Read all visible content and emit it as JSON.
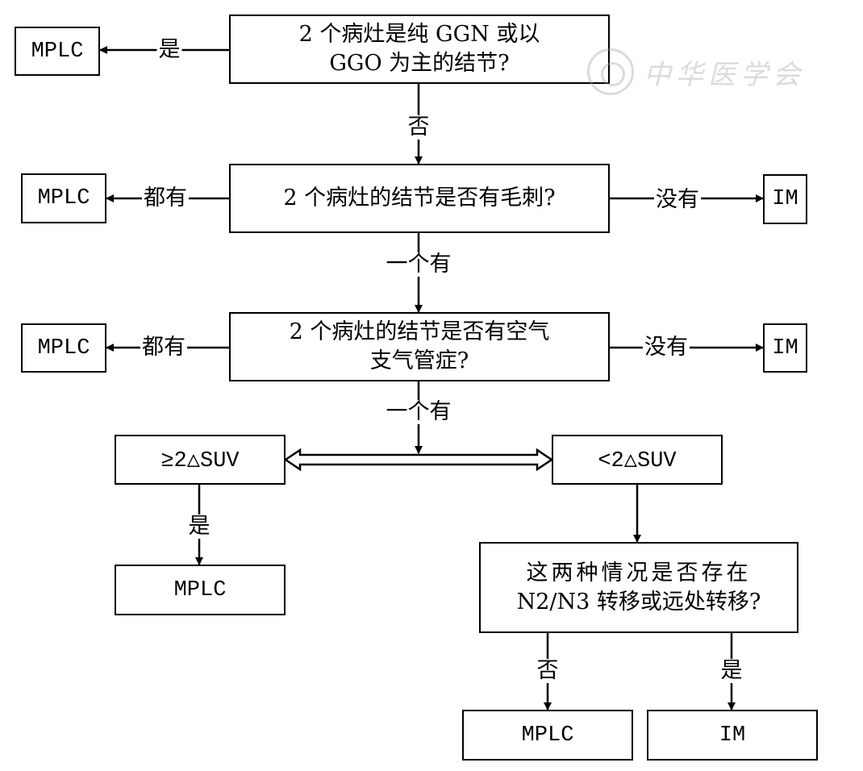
{
  "q1": {
    "line1": "2 个病灶是纯 GGN 或以",
    "line2": "GGO 为主的结节?"
  },
  "q2": {
    "text": "2 个病灶的结节是否有毛刺?"
  },
  "q3": {
    "line1": "2 个病灶的结节是否有空气",
    "line2": "支气管症?"
  },
  "q4": {
    "line1": "这两种情况是否存在",
    "line2": "N2/N3 转移或远处转移?"
  },
  "suv_high": "≥2△SUV",
  "suv_low": "<2△SUV",
  "results": {
    "mplc": "MPLC",
    "im": "IM"
  },
  "labels": {
    "yes": "是",
    "no": "否",
    "both": "都有",
    "none": "没有",
    "one": "一个有"
  },
  "watermark": {
    "text": "中华医学会"
  }
}
